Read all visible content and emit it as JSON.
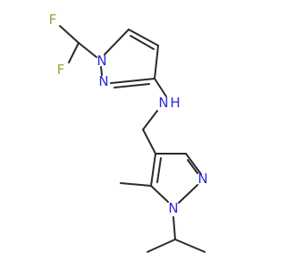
{
  "colors": {
    "bond": "#2b2b2b",
    "N": "#2a2adb",
    "F": "#8fa838",
    "C": "#2b2b2b"
  },
  "atoms": [
    {
      "id": "F1",
      "element": "F",
      "label": "F"
    },
    {
      "id": "F2",
      "element": "F",
      "label": "F"
    },
    {
      "id": "N1",
      "element": "N",
      "label": "N"
    },
    {
      "id": "N2",
      "element": "N",
      "label": "N"
    },
    {
      "id": "NH",
      "element": "N",
      "label": "N",
      "sublabel": "H"
    },
    {
      "id": "N3",
      "element": "N",
      "label": "N"
    },
    {
      "id": "N4",
      "element": "N",
      "label": "N"
    }
  ]
}
